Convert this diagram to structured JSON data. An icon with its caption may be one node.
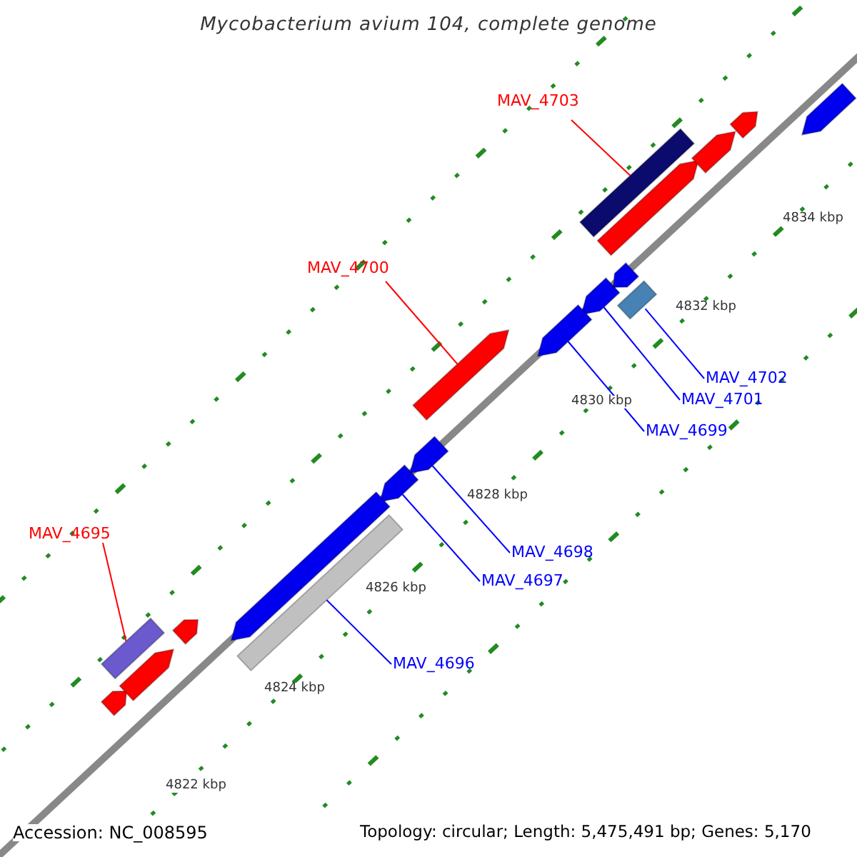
{
  "diagram": {
    "title": "Mycobacterium avium 104, complete genome",
    "nodes": [
      {
        "text": [
          "MAV_4703"
        ]
      },
      {
        "text": [],
        "shape": "bar"
      },
      {
        "text": [
          "MAV_4700"
        ]
      },
      {
        "text": [],
        "shape": "arrow"
      },
      {
        "text": [
          "MAV_4702"
        ]
      },
      {
        "text": [],
        "shape": "box"
      },
      {
        "text": [
          "MAV_4701"
        ]
      },
      {
        "text": [],
        "shape": "arrow"
      },
      {
        "text": [
          "MAV_4699"
        ]
      },
      {
        "text": [],
        "shape": "arrow"
      },
      {
        "text": [
          "MAV_4698"
        ]
      },
      {
        "text": [],
        "shape": "arrow"
      },
      {
        "text": [
          "MAV_4697"
        ]
      },
      {
        "text": [],
        "shape": "arrow"
      },
      {
        "text": [
          "MAV_4695"
        ]
      },
      {
        "text": [],
        "shape": "bar"
      },
      {
        "text": [
          "MAV_4696"
        ]
      },
      {
        "text": [],
        "shape": "bar"
      },
      {
        "text": [],
        "shape": "arrow"
      },
      {
        "text": [],
        "shape": "arrow"
      },
      {
        "text": [],
        "shape": "arrow"
      },
      {
        "text": [],
        "shape": "arrow"
      },
      {
        "text": [],
        "shape": "arrow"
      },
      {
        "text": [],
        "shape": "arrow"
      },
      {
        "text": [],
        "shape": "arrow"
      },
      {
        "text": [],
        "shape": "arrow"
      },
      {
        "text": [],
        "shape": "arrow"
      }
    ],
    "edges": [
      {
        "from": 0,
        "to": 1,
        "arrow": "none",
        "color": "#ff0000"
      },
      {
        "from": 2,
        "to": 3,
        "arrow": "none",
        "color": "#ff0000"
      },
      {
        "from": 4,
        "to": 5,
        "arrow": "none"
      },
      {
        "from": 6,
        "to": 7,
        "arrow": "none"
      },
      {
        "from": 8,
        "to": 9,
        "arrow": "none"
      },
      {
        "from": 10,
        "to": 11,
        "arrow": "none"
      },
      {
        "from": 12,
        "to": 13,
        "arrow": "none"
      },
      {
        "from": 14,
        "to": 15,
        "arrow": "none",
        "color": "#ff0000"
      },
      {
        "from": 16,
        "to": 17,
        "arrow": "none"
      }
    ],
    "labels": [
      "4834 kbp",
      "4832 kbp",
      "4830 kbp",
      "4828 kbp",
      "4826 kbp",
      "4824 kbp",
      "4822 kbp",
      "Accession: NC_008595",
      "Topology: circular; Length: 5,475,491 bp; Genes: 5,170"
    ]
  }
}
